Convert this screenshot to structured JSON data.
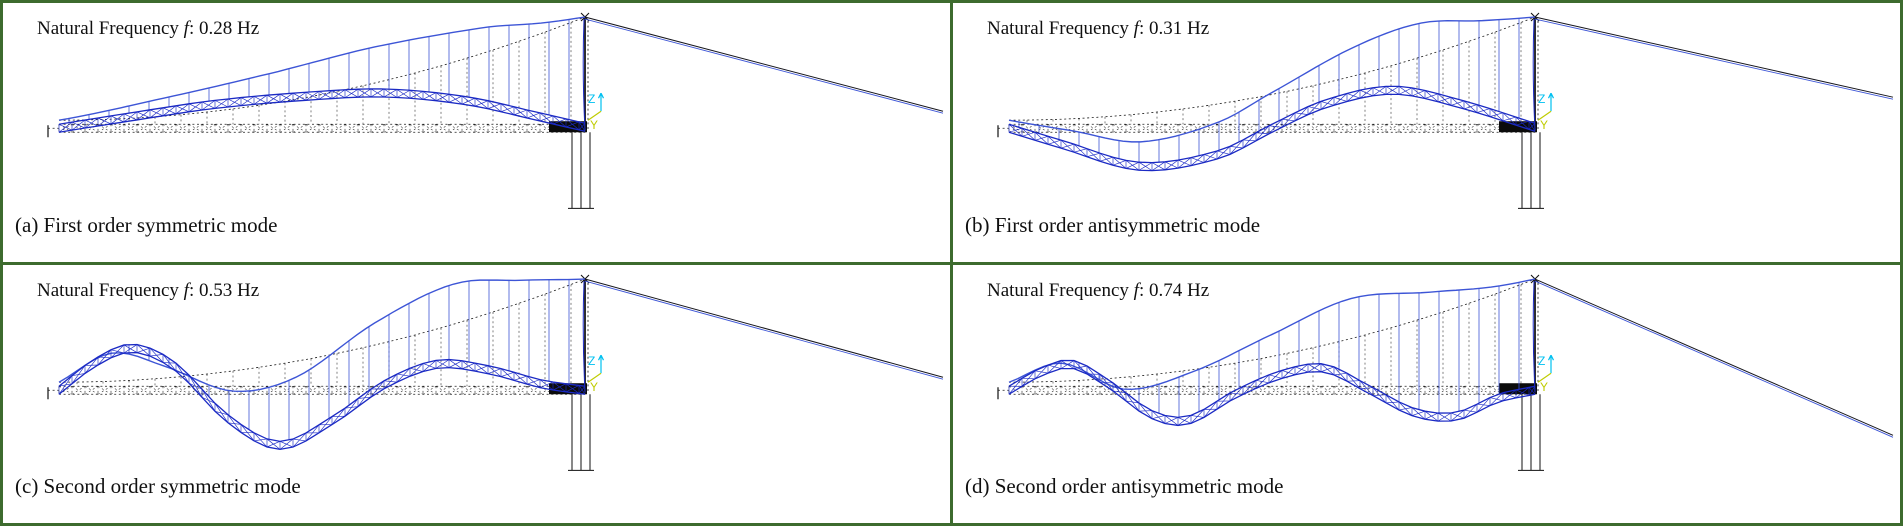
{
  "colors": {
    "border": "#3d6b2e",
    "undeformed": "#1c1c1c",
    "deck": "#1b2ac4",
    "cable": "#3d55d6",
    "tower": "#15151c",
    "axis_z": "#00c0f0",
    "axis_y": "#bfcc00",
    "background": "#ffffff"
  },
  "axis_labels": {
    "z": "Z",
    "y": "Y"
  },
  "panels": [
    {
      "frequency_hz": 0.28,
      "freq_prefix": "Natural Frequency ",
      "freq_symbol": "f",
      "freq_suffix": ": 0.28 Hz",
      "caption": "(a) First order symmetric mode",
      "backstay_end": 108,
      "mode_shape": {
        "deck": [
          [
            0,
            0
          ],
          [
            0.12,
            10
          ],
          [
            0.3,
            24
          ],
          [
            0.5,
            33
          ],
          [
            0.63,
            35
          ],
          [
            0.78,
            27
          ],
          [
            0.9,
            13
          ],
          [
            1,
            1
          ]
        ],
        "cable": [
          [
            0,
            0
          ],
          [
            0.2,
            18
          ],
          [
            0.4,
            30
          ],
          [
            0.6,
            36
          ],
          [
            0.8,
            26
          ],
          [
            0.92,
            10
          ],
          [
            1,
            0
          ]
        ]
      }
    },
    {
      "frequency_hz": 0.31,
      "freq_prefix": "Natural Frequency ",
      "freq_symbol": "f",
      "freq_suffix": ": 0.31 Hz",
      "caption": "(b) First order antisymmetric mode",
      "backstay_end": 94,
      "mode_shape": {
        "deck": [
          [
            0,
            0
          ],
          [
            0.1,
            -16
          ],
          [
            0.25,
            -38
          ],
          [
            0.4,
            -26
          ],
          [
            0.5,
            0
          ],
          [
            0.6,
            24
          ],
          [
            0.73,
            38
          ],
          [
            0.86,
            24
          ],
          [
            1,
            1
          ]
        ],
        "cable": [
          [
            0,
            0
          ],
          [
            0.12,
            -12
          ],
          [
            0.25,
            -28
          ],
          [
            0.4,
            -18
          ],
          [
            0.5,
            2
          ],
          [
            0.65,
            28
          ],
          [
            0.78,
            34
          ],
          [
            0.9,
            16
          ],
          [
            1,
            0
          ]
        ]
      }
    },
    {
      "frequency_hz": 0.53,
      "freq_prefix": "Natural Frequency ",
      "freq_symbol": "f",
      "freq_suffix": ": 0.53 Hz",
      "caption": "(c) Second order symmetric mode",
      "backstay_end": 112,
      "mode_shape": {
        "deck": [
          [
            0,
            0
          ],
          [
            0.07,
            28
          ],
          [
            0.14,
            42
          ],
          [
            0.22,
            24
          ],
          [
            0.32,
            -28
          ],
          [
            0.42,
            -55
          ],
          [
            0.52,
            -30
          ],
          [
            0.62,
            6
          ],
          [
            0.72,
            26
          ],
          [
            0.82,
            20
          ],
          [
            0.92,
            6
          ],
          [
            1,
            0
          ]
        ],
        "cable": [
          [
            0,
            0
          ],
          [
            0.1,
            28
          ],
          [
            0.2,
            12
          ],
          [
            0.33,
            -20
          ],
          [
            0.45,
            -16
          ],
          [
            0.6,
            22
          ],
          [
            0.75,
            40
          ],
          [
            0.88,
            22
          ],
          [
            1,
            0
          ]
        ]
      }
    },
    {
      "frequency_hz": 0.74,
      "freq_prefix": "Natural Frequency ",
      "freq_symbol": "f",
      "freq_suffix": ": 0.74 Hz",
      "caption": "(d) Second order antisymmetric mode",
      "backstay_end": 170,
      "mode_shape": {
        "deck": [
          [
            0,
            0
          ],
          [
            0.06,
            18
          ],
          [
            0.12,
            26
          ],
          [
            0.19,
            6
          ],
          [
            0.27,
            -24
          ],
          [
            0.34,
            -30
          ],
          [
            0.43,
            -4
          ],
          [
            0.52,
            16
          ],
          [
            0.6,
            22
          ],
          [
            0.68,
            2
          ],
          [
            0.77,
            -22
          ],
          [
            0.85,
            -26
          ],
          [
            0.93,
            -8
          ],
          [
            1,
            0
          ]
        ],
        "cable": [
          [
            0,
            0
          ],
          [
            0.1,
            18
          ],
          [
            0.22,
            -12
          ],
          [
            0.35,
            -2
          ],
          [
            0.5,
            22
          ],
          [
            0.65,
            40
          ],
          [
            0.8,
            24
          ],
          [
            0.92,
            8
          ],
          [
            1,
            0
          ]
        ]
      }
    }
  ]
}
